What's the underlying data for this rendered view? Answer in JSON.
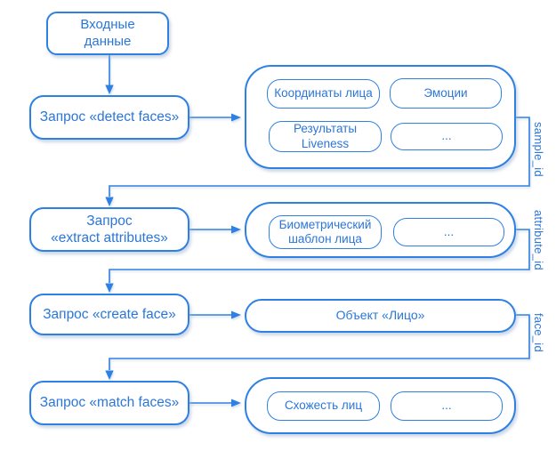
{
  "colors": {
    "accent": "#2E80E2",
    "text": "#2B76D9",
    "background": "#FFFFFF"
  },
  "nodes": {
    "input": {
      "label": "Входные данные"
    },
    "detect": {
      "request": "Запрос «detect faces»",
      "outputs": [
        "Координаты лица",
        "Эмоции",
        "Результаты Liveness",
        "..."
      ],
      "id_label": "sample_id"
    },
    "extract": {
      "request_lines": [
        "Запрос",
        "«extract attributes»"
      ],
      "outputs": [
        "Биометрический шаблон лица",
        "..."
      ],
      "id_label": "attribute_id"
    },
    "create": {
      "request": "Запрос «create face»",
      "outputs": [
        "Объект «Лицо»"
      ],
      "id_label": "face_id"
    },
    "match": {
      "request": "Запрос «match faces»",
      "outputs": [
        "Схожесть лиц",
        "..."
      ]
    }
  }
}
